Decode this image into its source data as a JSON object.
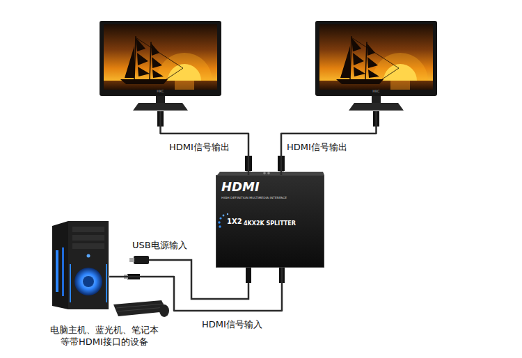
{
  "diagram": {
    "nodes": [
      {
        "text": [
          "HKC"
        ]
      },
      {
        "text": [
          "HKC"
        ]
      },
      {
        "text": [
          "HDMI",
          "HIGH DEFINITION MULTIMEDIA INTERFACE",
          "1X2",
          "4KX2K SPLITTER"
        ]
      },
      {
        "text": [
          "电脑主机、蓝光机、笔记本 等带HDMI接口的设备"
        ]
      }
    ],
    "edges": [
      {
        "from": 2,
        "to": 0,
        "arrow": "none",
        "label": "HDMI信号输出"
      },
      {
        "from": 2,
        "to": 1,
        "arrow": "none",
        "label": "HDMI信号输出"
      },
      {
        "from": 3,
        "to": 2,
        "arrow": "none",
        "label": "HDMI信号输入"
      }
    ],
    "labels": [
      "USB电源输入"
    ]
  }
}
